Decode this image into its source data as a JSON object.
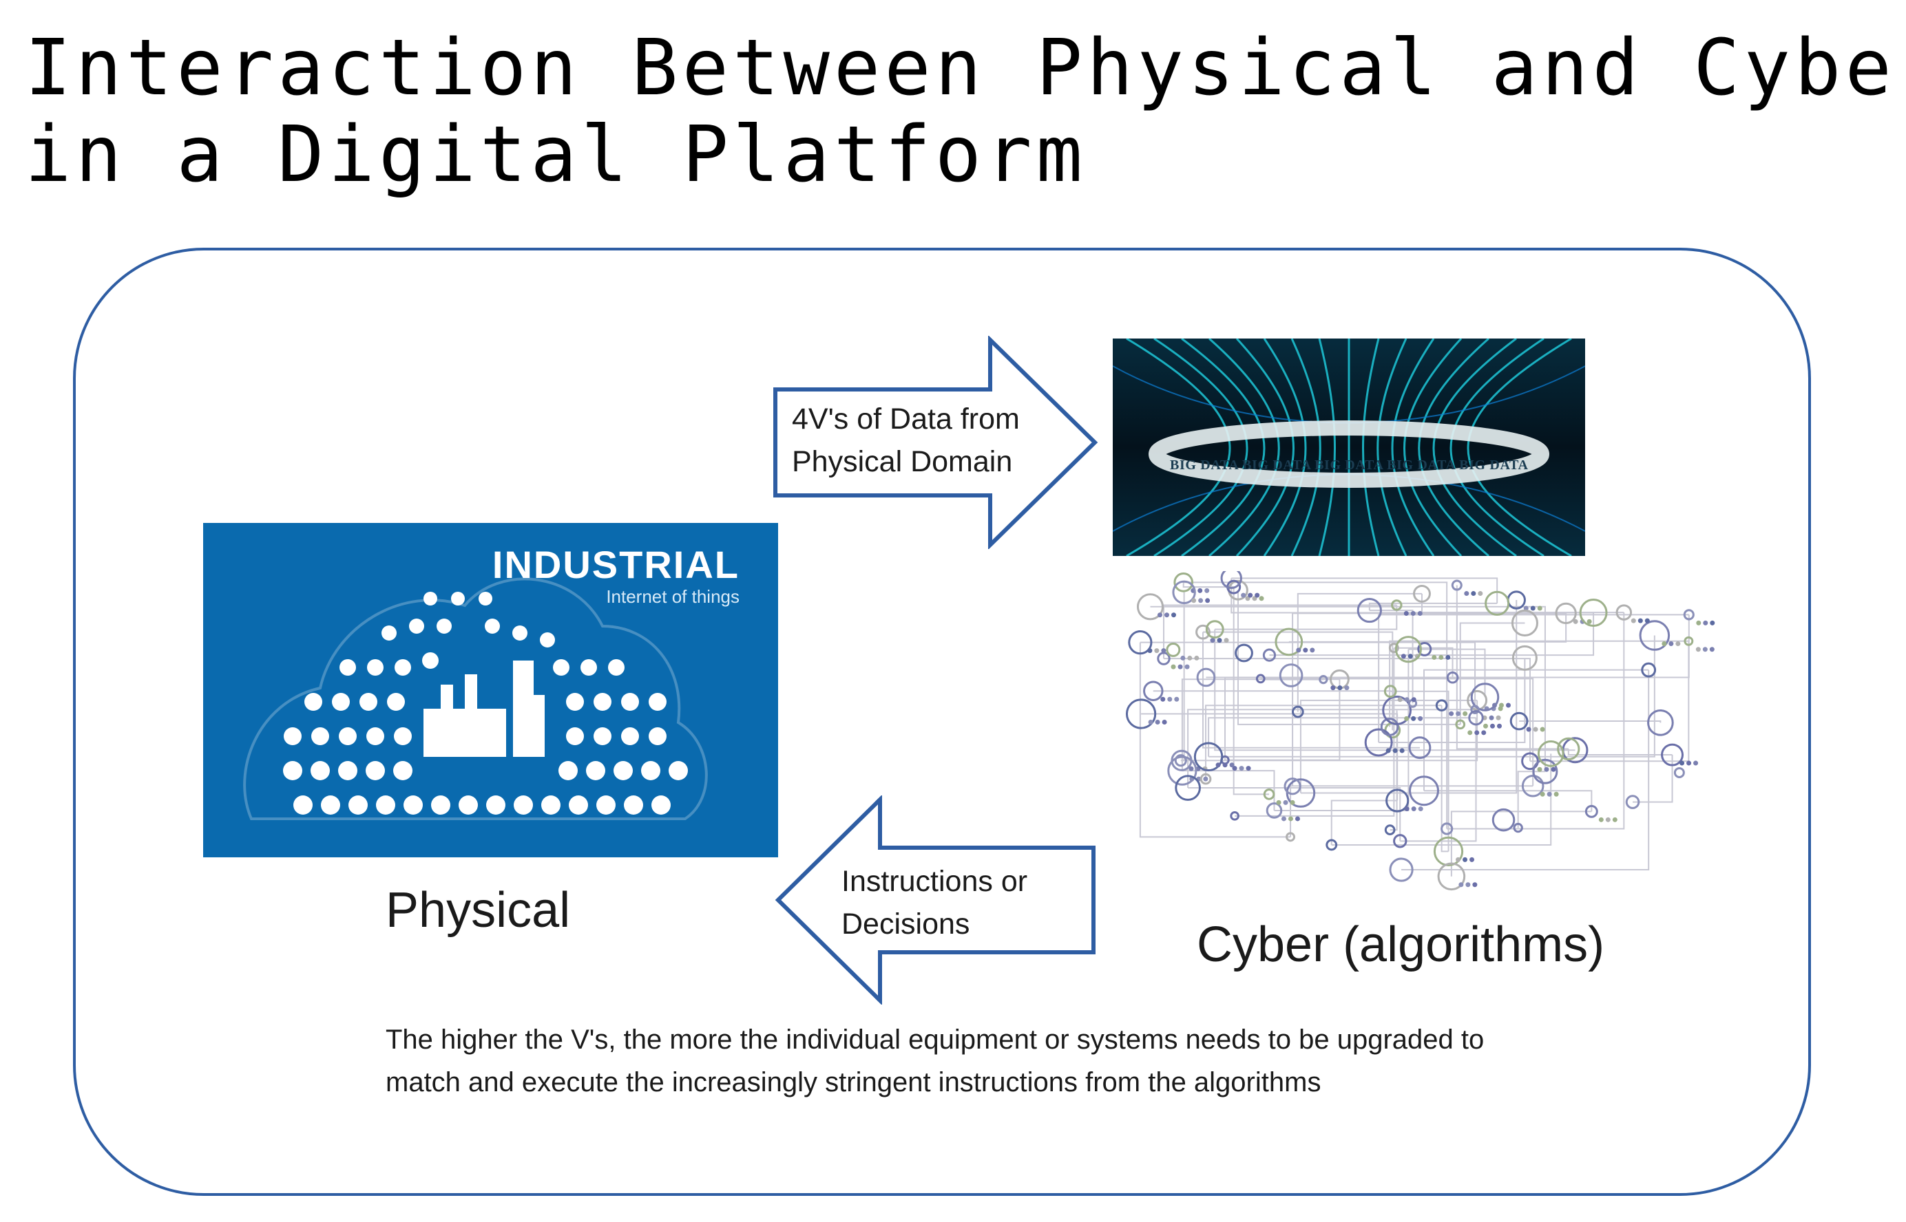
{
  "title": {
    "line1": "Interaction Between Physical and Cyber",
    "line2": "in a Digital Platform"
  },
  "arrows": {
    "to_cyber": {
      "line1": "4V's of Data from",
      "line2": "Physical Domain"
    },
    "to_physical": {
      "line1": "Instructions or",
      "line2": "Decisions"
    }
  },
  "physical": {
    "image_title": "INDUSTRIAL",
    "image_subtitle": "Internet of things",
    "label": "Physical"
  },
  "cyber": {
    "ring_text": "BIG DATA BIG DATA BIG DATA BIG DATA BIG DATA",
    "label": "Cyber (algorithms)"
  },
  "note": {
    "line1": "The higher the V's, the more the individual equipment or systems needs to be upgraded to",
    "line2": "match and execute the increasingly stringent instructions from the algorithms"
  },
  "colors": {
    "frame": "#2e5da3",
    "iiot_background": "#0a6aae",
    "bigdata_streams": "#1fc8d8"
  }
}
